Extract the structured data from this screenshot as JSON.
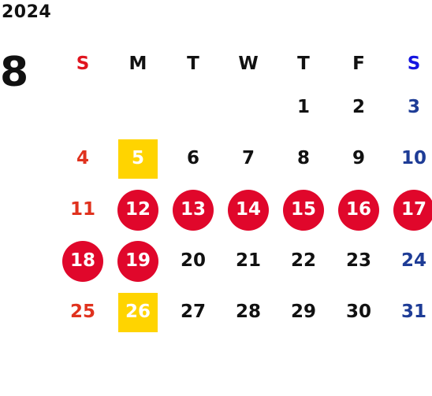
{
  "header": {
    "year": "2024",
    "month": "8"
  },
  "weekdays": [
    {
      "label": "S",
      "color": "#e0141e"
    },
    {
      "label": "M",
      "color": "#111111"
    },
    {
      "label": "T",
      "color": "#111111"
    },
    {
      "label": "W",
      "color": "#111111"
    },
    {
      "label": "T",
      "color": "#111111"
    },
    {
      "label": "F",
      "color": "#111111"
    },
    {
      "label": "S",
      "color": "#1414e0"
    }
  ],
  "colors": {
    "sunday": "#e0321e",
    "saturday": "#1e3c96",
    "weekday": "#111111",
    "holiday_circle": "#e0072b",
    "highlight_square": "#ffd400"
  },
  "weeks": [
    [
      {
        "day": ""
      },
      {
        "day": ""
      },
      {
        "day": ""
      },
      {
        "day": ""
      },
      {
        "day": "1"
      },
      {
        "day": "2"
      },
      {
        "day": "3"
      }
    ],
    [
      {
        "day": "4"
      },
      {
        "day": "5",
        "mark": "square"
      },
      {
        "day": "6"
      },
      {
        "day": "7"
      },
      {
        "day": "8"
      },
      {
        "day": "9"
      },
      {
        "day": "10"
      }
    ],
    [
      {
        "day": "11"
      },
      {
        "day": "12",
        "mark": "circle"
      },
      {
        "day": "13",
        "mark": "circle"
      },
      {
        "day": "14",
        "mark": "circle"
      },
      {
        "day": "15",
        "mark": "circle"
      },
      {
        "day": "16",
        "mark": "circle"
      },
      {
        "day": "17",
        "mark": "circle"
      }
    ],
    [
      {
        "day": "18",
        "mark": "circle"
      },
      {
        "day": "19",
        "mark": "circle"
      },
      {
        "day": "20"
      },
      {
        "day": "21"
      },
      {
        "day": "22"
      },
      {
        "day": "23"
      },
      {
        "day": "24"
      }
    ],
    [
      {
        "day": "25"
      },
      {
        "day": "26",
        "mark": "square"
      },
      {
        "day": "27"
      },
      {
        "day": "28"
      },
      {
        "day": "29"
      },
      {
        "day": "30"
      },
      {
        "day": "31"
      }
    ]
  ]
}
